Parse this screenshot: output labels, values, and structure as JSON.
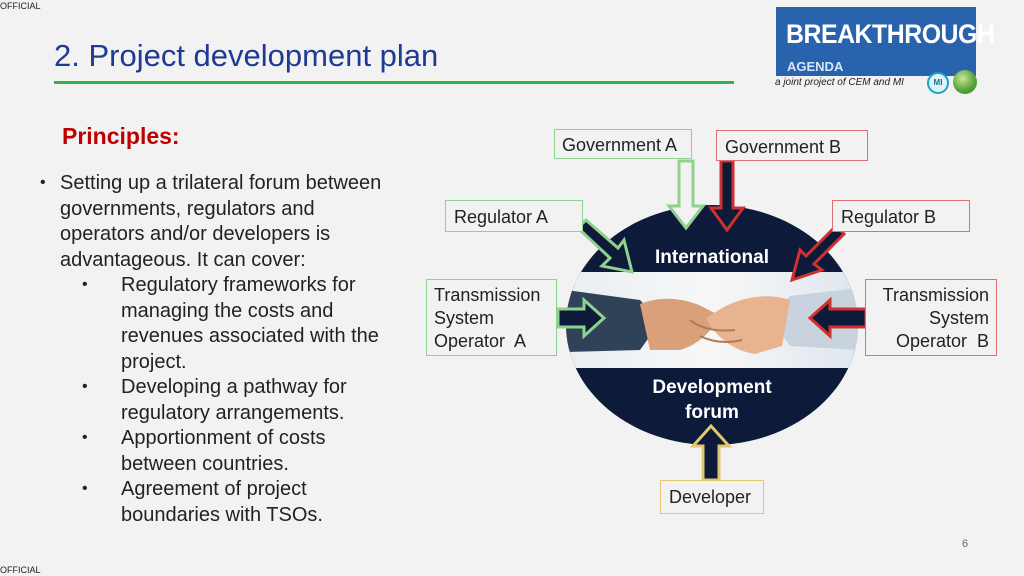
{
  "marking": {
    "top": "OFFICIAL",
    "bottom": "OFFICIAL"
  },
  "slide": {
    "title": "2. Project development plan",
    "page_number": "6"
  },
  "logo": {
    "main": "BREAKTHROUGH",
    "sub": "AGENDA",
    "tagline": "a joint project of CEM and MI",
    "badge": "MI"
  },
  "colors": {
    "title": "#1f3a93",
    "rule": "#2fb44b",
    "heading": "#c00000",
    "logo_bg": "#2a63ad",
    "forum_bg": "#0d1a3a",
    "arrow_green": "#8fd18f",
    "arrow_red": "#d03030",
    "arrow_dark": "#0d1a3a"
  },
  "principles": {
    "heading": "Principles:",
    "intro": [
      "Setting up a trilateral forum between",
      "governments, regulators and",
      "operators and/or developers is",
      "advantageous. It can cover:"
    ],
    "items": [
      [
        "Regulatory frameworks for",
        "managing the costs and",
        "revenues associated with the",
        "project."
      ],
      [
        "Developing a pathway for",
        "regulatory arrangements."
      ],
      [
        "Apportionment of costs",
        "between countries."
      ],
      [
        "Agreement of project",
        "boundaries with TSOs."
      ]
    ]
  },
  "diagram": {
    "forum_top": "International",
    "forum_bottom": [
      "Development",
      "forum"
    ],
    "gov_a": "Government A",
    "gov_b": "Government B",
    "reg_a": "Regulator A",
    "reg_b": "Regulator B",
    "tso_a": [
      "Transmission",
      "System",
      "Operator  A"
    ],
    "tso_b": [
      "Transmission",
      "System",
      "Operator  B"
    ],
    "developer": "Developer"
  }
}
